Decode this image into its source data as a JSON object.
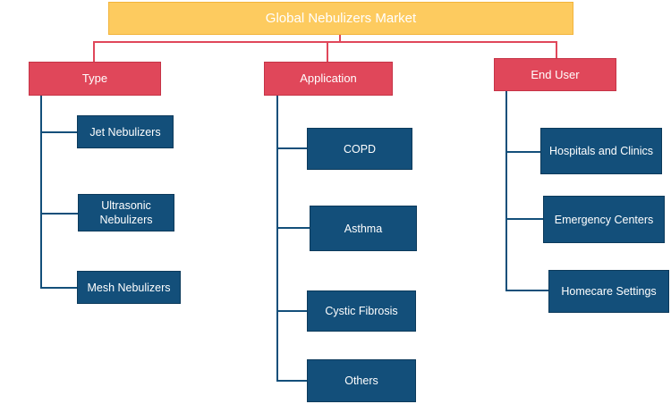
{
  "root": {
    "label": "Global Nebulizers Market"
  },
  "categories": [
    {
      "label": "Type",
      "items": [
        "Jet Nebulizers",
        "Ultrasonic Nebulizers",
        "Mesh Nebulizers"
      ]
    },
    {
      "label": "Application",
      "items": [
        "COPD",
        "Asthma",
        "Cystic Fibrosis",
        "Others"
      ]
    },
    {
      "label": "End User",
      "items": [
        "Hospitals and Clinics",
        "Emergency Centers",
        "Homecare Settings"
      ]
    }
  ],
  "colors": {
    "root_fill": "#fdcb5f",
    "category_fill": "#e0475a",
    "leaf_fill": "#134f7a",
    "text": "#ffffff"
  }
}
